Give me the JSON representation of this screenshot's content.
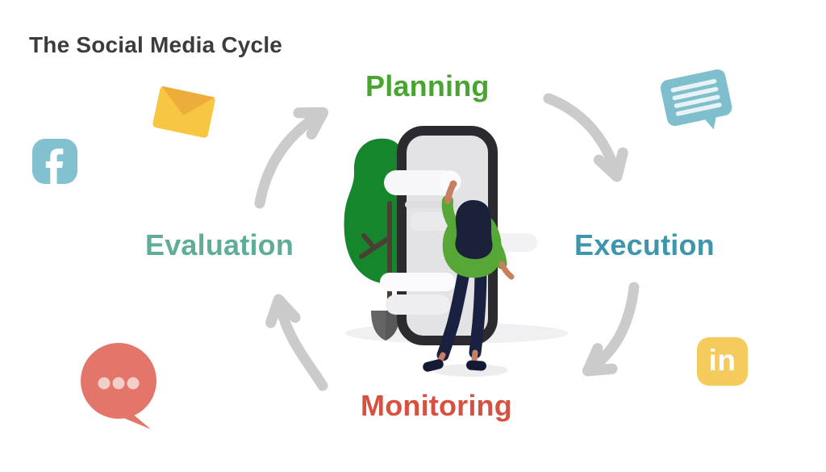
{
  "title": "The Social Media Cycle",
  "colors": {
    "background": "#ffffff",
    "title_text": "#3c3c3c",
    "arrow_gray": "#cbcbcb",
    "facebook_blue": "#82c1d0",
    "chat_bubble_blue": "#7fbecd",
    "envelope_yellow": "#f7c643",
    "envelope_flap": "#edad3b",
    "linkedin_yellow": "#f6cb5d",
    "speech_bubble_red": "#e3756b",
    "speech_dots_pink": "#f4cfc9"
  },
  "stages": [
    {
      "label": "Planning",
      "color": "#48a52f",
      "position": "top"
    },
    {
      "label": "Execution",
      "color": "#3d96ac",
      "position": "right"
    },
    {
      "label": "Monitoring",
      "color": "#d8503f",
      "position": "bottom"
    },
    {
      "label": "Evaluation",
      "color": "#5fad98",
      "position": "left"
    }
  ],
  "arrows": [
    {
      "name": "evaluation-to-planning",
      "direction": "up-right"
    },
    {
      "name": "planning-to-execution",
      "direction": "down-right"
    },
    {
      "name": "execution-to-monitoring",
      "direction": "down-left"
    },
    {
      "name": "monitoring-to-evaluation",
      "direction": "up-left"
    }
  ],
  "decorations": [
    {
      "icon": "facebook-icon",
      "glyph": "f",
      "color": "#82c1d0"
    },
    {
      "icon": "envelope-icon",
      "glyph": "",
      "color": "#f7c643"
    },
    {
      "icon": "chat-bubble-icon",
      "glyph": "",
      "color": "#7fbecd"
    },
    {
      "icon": "linkedin-icon",
      "glyph": "in",
      "color": "#f6cb5d"
    },
    {
      "icon": "speech-bubble-icon",
      "glyph": "",
      "color": "#e3756b"
    }
  ]
}
